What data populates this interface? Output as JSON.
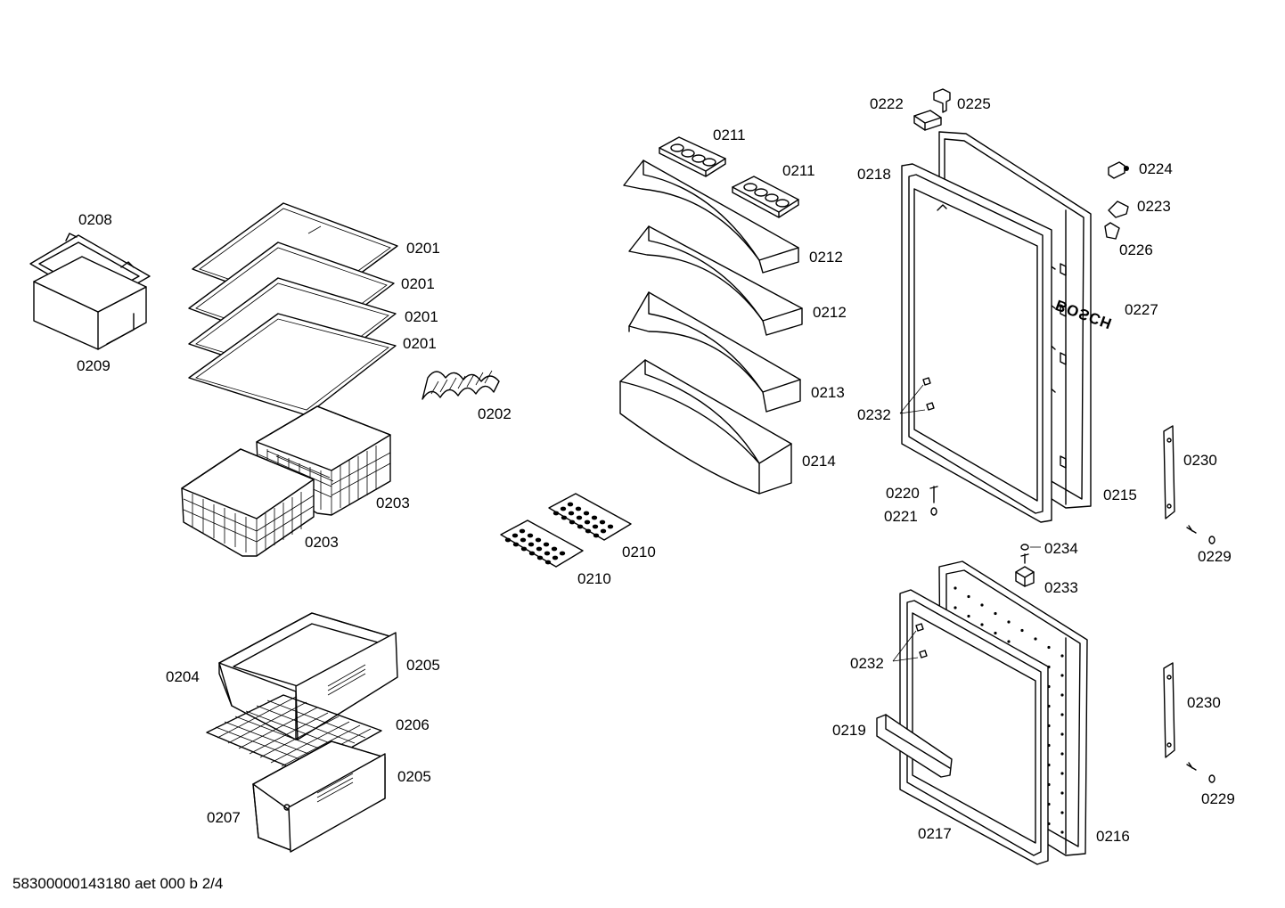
{
  "labels": {
    "l0201a": "0201",
    "l0201b": "0201",
    "l0201c": "0201",
    "l0201d": "0201",
    "l0202": "0202",
    "l0203a": "0203",
    "l0203b": "0203",
    "l0204": "0204",
    "l0205a": "0205",
    "l0205b": "0205",
    "l0206": "0206",
    "l0207": "0207",
    "l0208": "0208",
    "l0209": "0209",
    "l0210a": "0210",
    "l0210b": "0210",
    "l0211a": "0211",
    "l0211b": "0211",
    "l0212a": "0212",
    "l0212b": "0212",
    "l0213": "0213",
    "l0214": "0214",
    "l0215": "0215",
    "l0216": "0216",
    "l0217": "0217",
    "l0218": "0218",
    "l0219": "0219",
    "l0220": "0220",
    "l0221": "0221",
    "l0222": "0222",
    "l0223": "0223",
    "l0224": "0224",
    "l0225": "0225",
    "l0226": "0226",
    "l0227": "0227",
    "l0229a": "0229",
    "l0229b": "0229",
    "l0230a": "0230",
    "l0230b": "0230",
    "l0232a": "0232",
    "l0232b": "0232",
    "l0233": "0233",
    "l0234": "0234"
  },
  "brand_logo": "BOSCH",
  "footer": "58300000143180 aet 000 b 2/4"
}
